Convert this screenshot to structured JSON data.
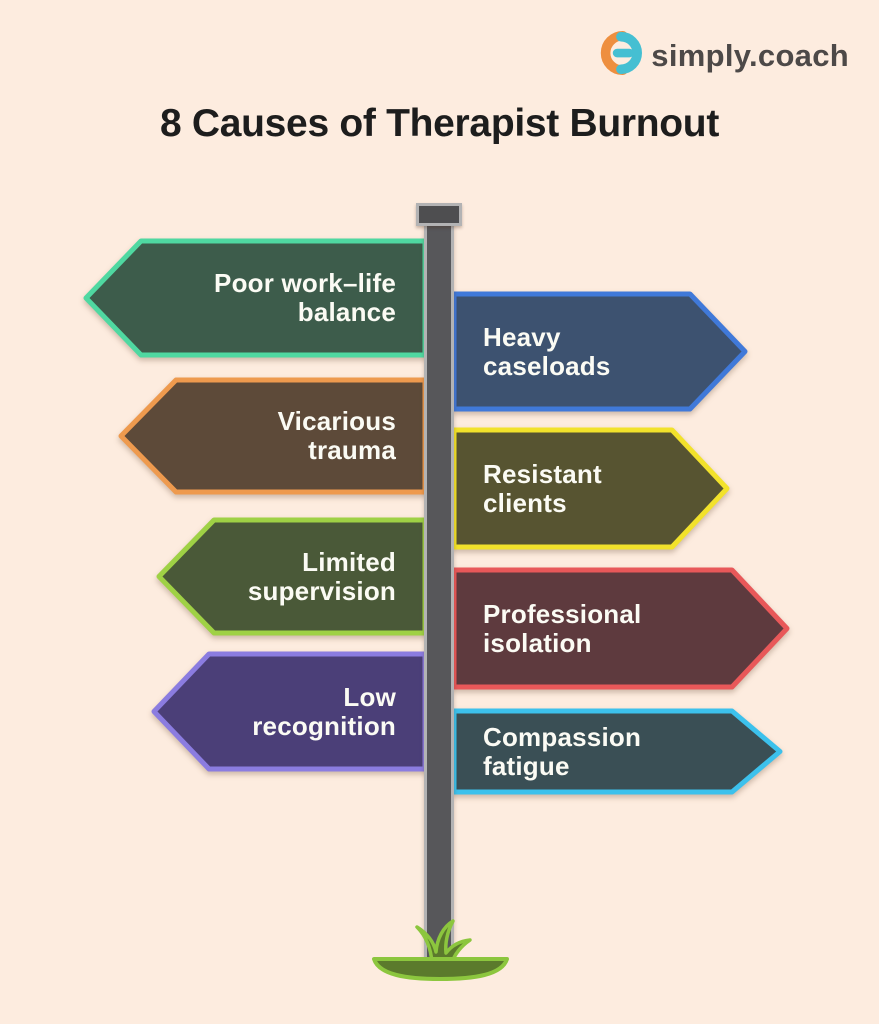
{
  "background_color": "#fdecdf",
  "logo": {
    "brand": "simply.coach",
    "icon": "simply-coach-logo-icon",
    "orange": "#ee8f3f",
    "teal": "#45bfd2",
    "text_color": "#4d4948"
  },
  "title": {
    "text": "8 Causes of Therapist Burnout",
    "color": "#1d1d1d"
  },
  "signpost": {
    "pole": {
      "fill": "#57575a",
      "border": "#b3b3b4"
    },
    "cap": {
      "fill": "#4e4e50",
      "border": "#b3b3b4"
    },
    "ground": {
      "mound_fill": "#5b7a2c",
      "grass_stroke": "#8cc63e"
    },
    "signs": [
      {
        "label": "Poor work–life balance",
        "line1": "Poor work–life",
        "line2": "balance",
        "side": "left",
        "fill": "#3d5c4b",
        "border": "#4fd8a1"
      },
      {
        "label": "Heavy caseloads",
        "line1": "Heavy",
        "line2": "caseloads",
        "side": "right",
        "fill": "#3d5270",
        "border": "#4079d9"
      },
      {
        "label": "Vicarious trauma",
        "line1": "Vicarious",
        "line2": "trauma",
        "side": "left",
        "fill": "#5d4a39",
        "border": "#ee9a4e"
      },
      {
        "label": "Resistant clients",
        "line1": "Resistant",
        "line2": "clients",
        "side": "right",
        "fill": "#575431",
        "border": "#f2e22b"
      },
      {
        "label": "Limited supervision",
        "line1": "Limited",
        "line2": "supervision",
        "side": "left",
        "fill": "#4a5938",
        "border": "#9fd145"
      },
      {
        "label": "Professional isolation",
        "line1": "Professional",
        "line2": "isolation",
        "side": "right",
        "fill": "#5e3a3e",
        "border": "#e85859"
      },
      {
        "label": "Low recognition",
        "line1": "Low",
        "line2": "recognition",
        "side": "left",
        "fill": "#4b3f78",
        "border": "#8b7ce0"
      },
      {
        "label": "Compassion fatigue",
        "line1": "Compassion",
        "line2": "fatigue",
        "side": "right",
        "fill": "#3a4f55",
        "border": "#3cc1ec"
      }
    ]
  }
}
